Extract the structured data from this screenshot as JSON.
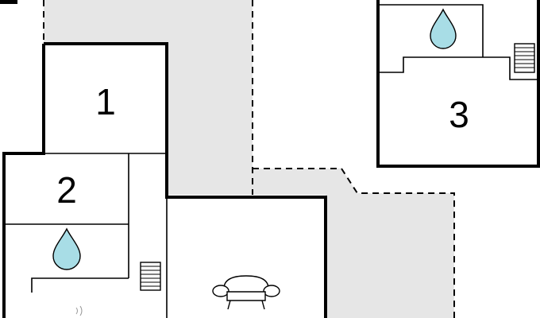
{
  "rooms": [
    {
      "id": "bedroom-1",
      "label": "1"
    },
    {
      "id": "bedroom-2",
      "label": "2"
    },
    {
      "id": "bedroom-3",
      "label": "3"
    }
  ],
  "icons": [
    "water-drop-icon",
    "stairs-icon",
    "sofa-icon"
  ],
  "colors": {
    "wall": "#000000",
    "outdoor_area": "#e6e6e6",
    "water_drop_fill": "#a8dde6",
    "background": "#ffffff"
  }
}
